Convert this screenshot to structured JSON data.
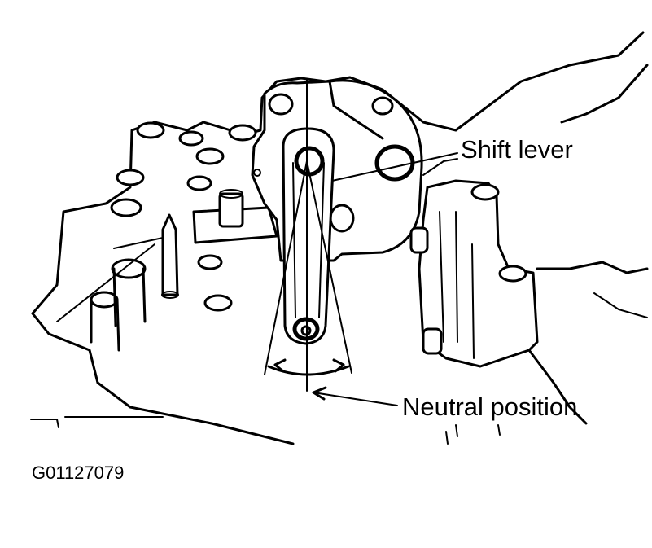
{
  "labels": {
    "shift_lever": "Shift lever",
    "neutral_position": "Neutral position",
    "figure_code": "G01127079"
  },
  "colors": {
    "line": "#000000",
    "background": "#ffffff"
  }
}
